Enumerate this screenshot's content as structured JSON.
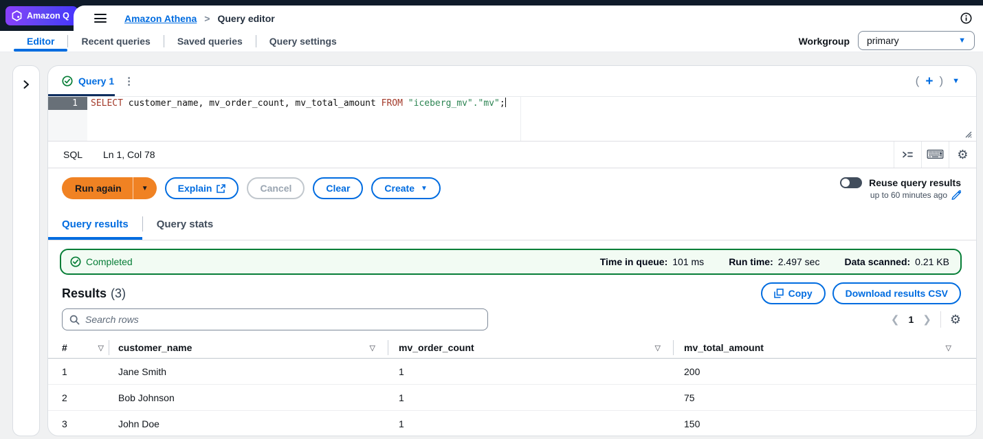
{
  "colors": {
    "accent": "#006ce0",
    "run_button_orange": "#f08223",
    "success_green": "#067d36",
    "topnav_dark": "#0f1b2a",
    "sql_keyword": "#a33a2a",
    "sql_string": "#2c8452"
  },
  "topnav": {
    "brand": "Amazon Q",
    "breadcrumb_link": "Amazon Athena",
    "breadcrumb_sep": ">",
    "breadcrumb_current": "Query editor"
  },
  "tabbar": {
    "tabs": [
      {
        "label": "Editor"
      },
      {
        "label": "Recent queries"
      },
      {
        "label": "Saved queries"
      },
      {
        "label": "Query settings"
      }
    ],
    "workgroup_label": "Workgroup",
    "workgroup_value": "primary"
  },
  "editor": {
    "tab_label": "Query 1",
    "line_number": "1",
    "code": [
      {
        "t": "SELECT "
      },
      {
        "t": "customer_name, mv_order_count, mv_total_amount "
      },
      {
        "t": "FROM "
      },
      {
        "t": "\"iceberg_mv\".\"mv\""
      },
      {
        "t": ";"
      }
    ],
    "lang": "SQL",
    "cursor_position": "Ln 1, Col 78"
  },
  "actions": {
    "run": "Run again",
    "explain": "Explain",
    "cancel": "Cancel",
    "clear": "Clear",
    "create": "Create",
    "reuse_label": "Reuse query results",
    "reuse_sub": "up to 60 minutes ago"
  },
  "results_tabs": {
    "active": "Query results",
    "inactive": "Query stats"
  },
  "banner": {
    "status": "Completed",
    "metrics": [
      {
        "label": "Time in queue:",
        "value": "101 ms"
      },
      {
        "label": "Run time:",
        "value": "2.497 sec"
      },
      {
        "label": "Data scanned:",
        "value": "0.21 KB"
      }
    ]
  },
  "results": {
    "title": "Results",
    "count": "(3)",
    "copy": "Copy",
    "download": "Download results CSV",
    "search_placeholder": "Search rows",
    "page": "1",
    "columns": [
      "#",
      "customer_name",
      "mv_order_count",
      "mv_total_amount"
    ],
    "rows": [
      [
        "1",
        "Jane Smith",
        "1",
        "200"
      ],
      [
        "2",
        "Bob Johnson",
        "1",
        "75"
      ],
      [
        "3",
        "John Doe",
        "1",
        "150"
      ]
    ]
  }
}
